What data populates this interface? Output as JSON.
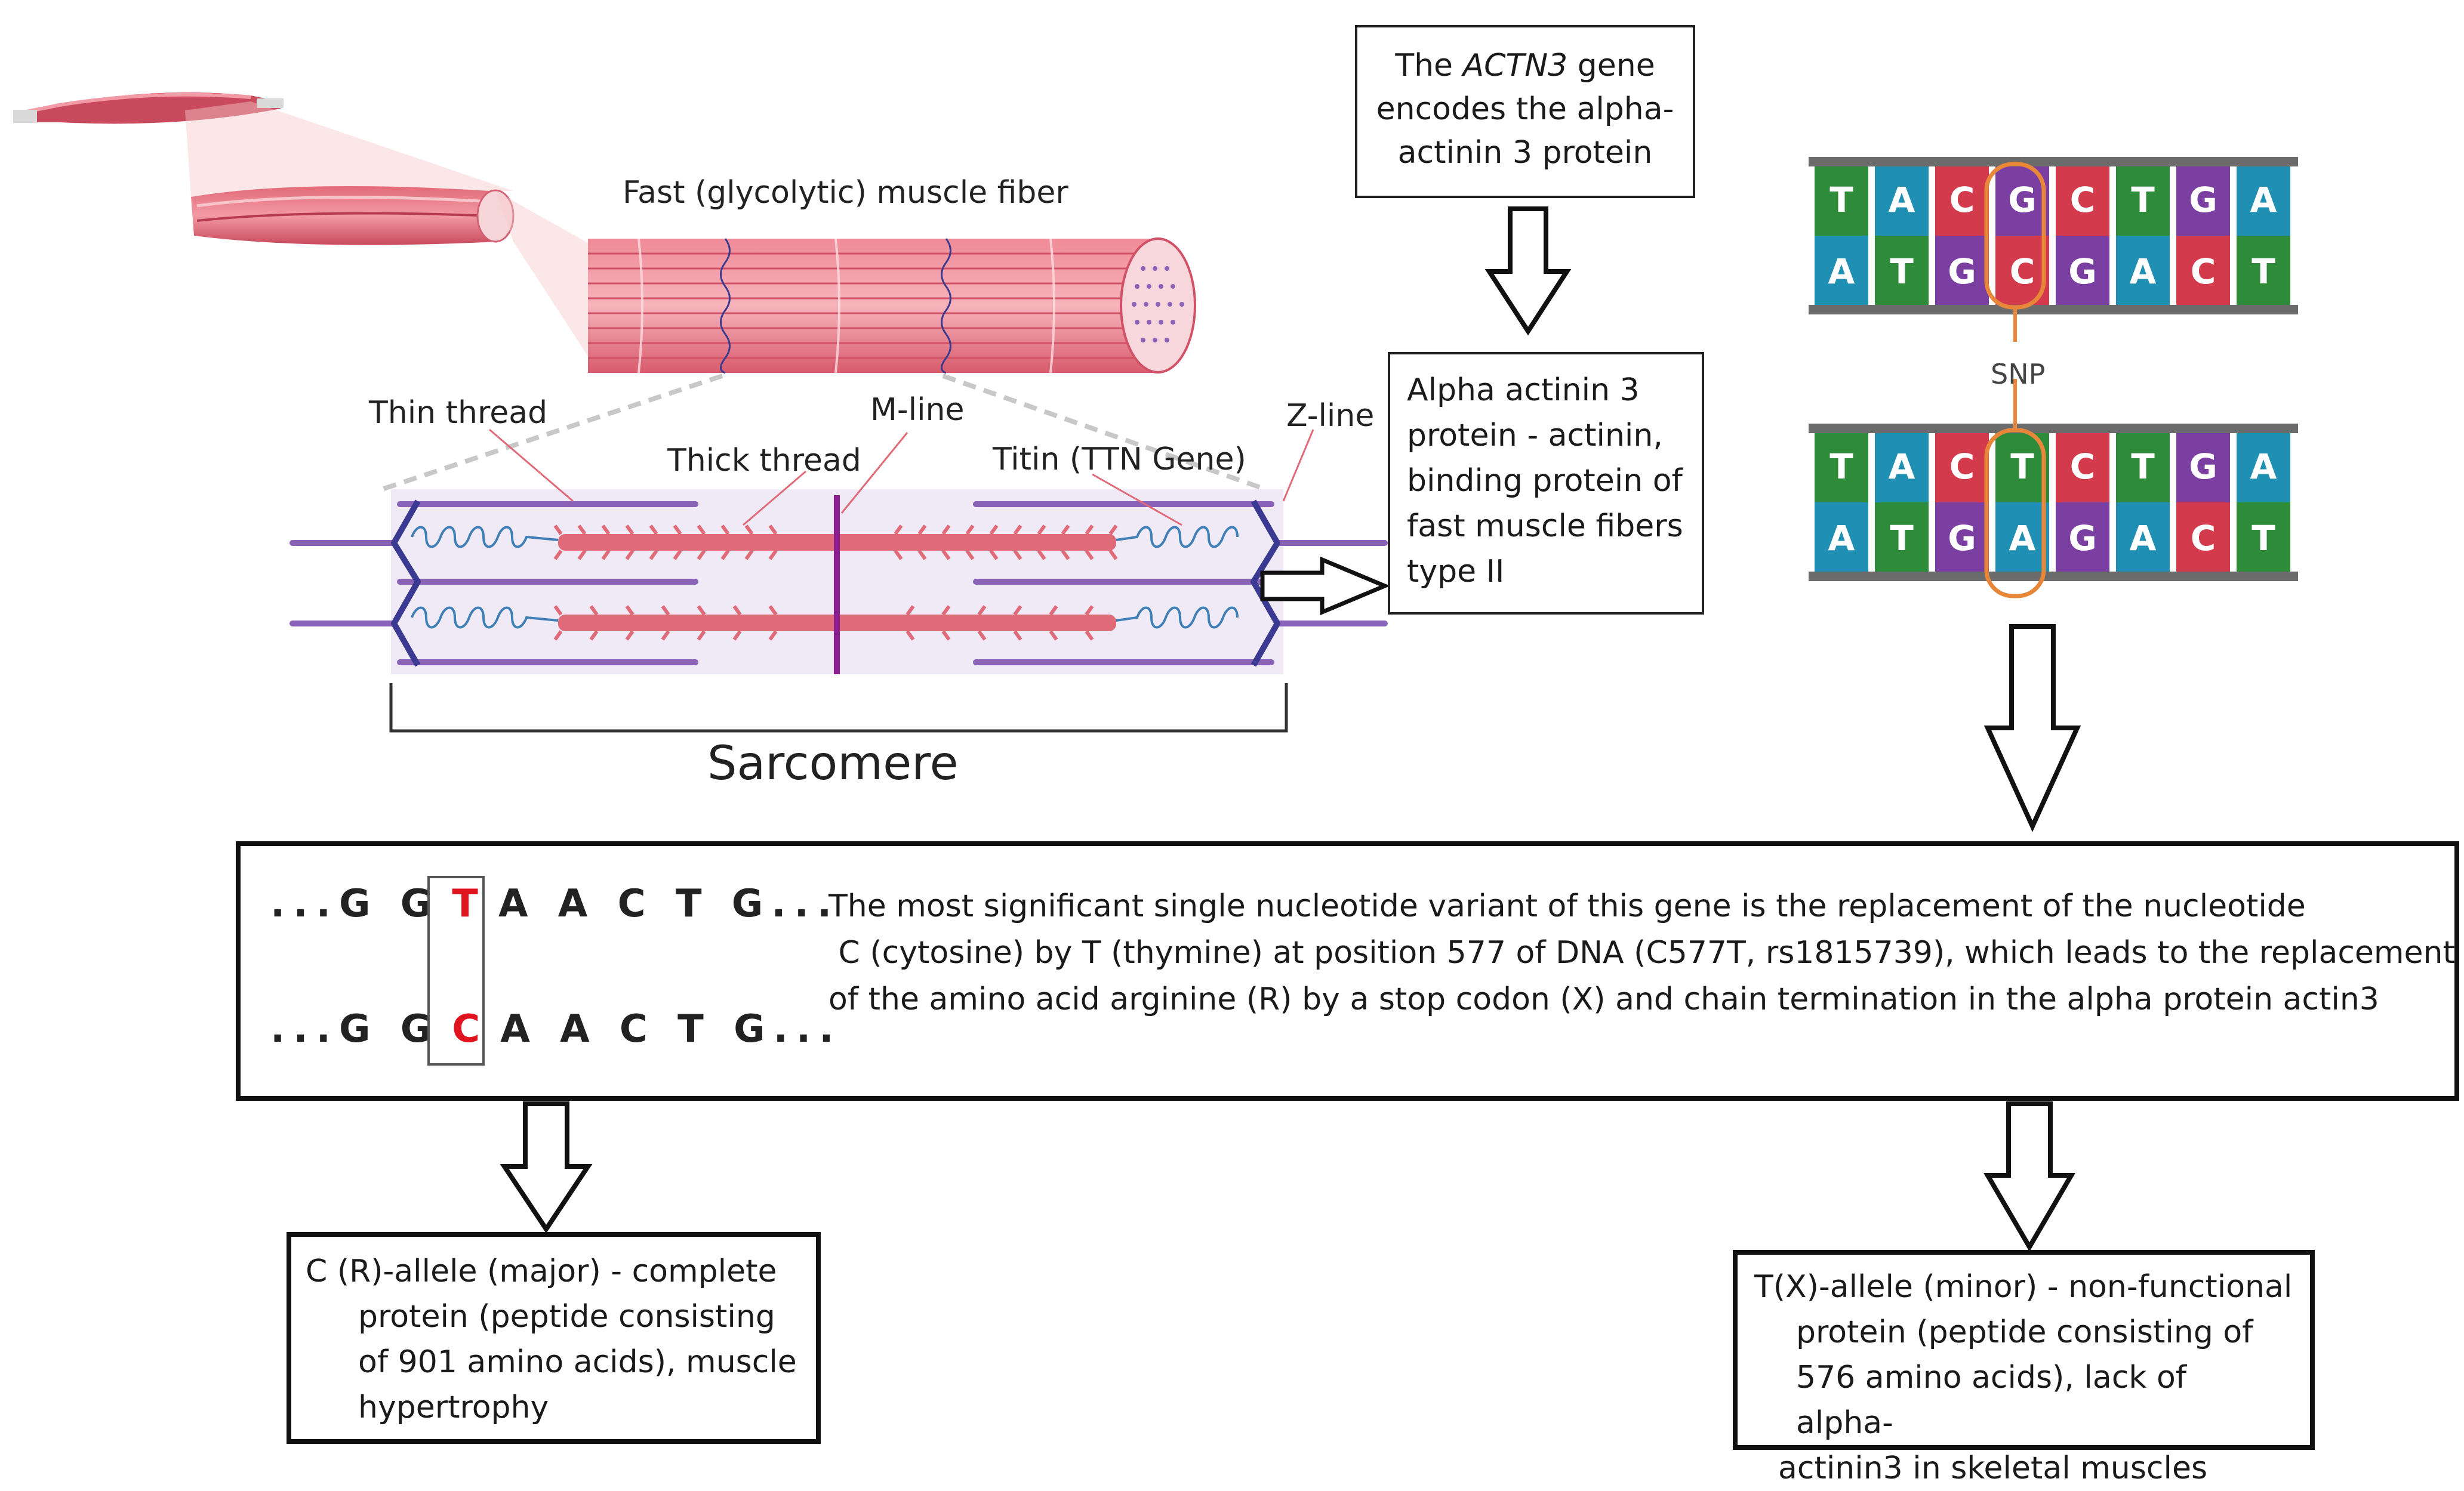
{
  "labels": {
    "fast_fiber": "Fast (glycolytic) muscle fiber",
    "thin_thread": "Thin thread",
    "m_line": "M-line",
    "thick_thread": "Thick thread",
    "titin": "Titin (TTN Gene)",
    "z_line": "Z-line",
    "sarcomere": "Sarcomere",
    "snp": "SNP"
  },
  "actn3_box": {
    "pre": "The ",
    "gene": "ACTN3",
    "post": " gene encodes the alpha-actinin 3 protein"
  },
  "protein_box": {
    "text": "Alpha actinin 3 protein - actinin, binding protein of fast muscle fibers type II"
  },
  "dna": {
    "top_strand": [
      "T",
      "A",
      "C",
      "G",
      "C",
      "T",
      "G",
      "A"
    ],
    "bottom_strand_1": [
      "A",
      "T",
      "G",
      "C",
      "G",
      "A",
      "C",
      "T"
    ],
    "top_strand_2": [
      "T",
      "A",
      "C",
      "T",
      "C",
      "T",
      "G",
      "A"
    ],
    "bottom_strand_2": [
      "A",
      "T",
      "G",
      "A",
      "G",
      "A",
      "C",
      "T"
    ],
    "colors": {
      "T": "#2e8b3a",
      "A": "#1f8fb3",
      "C": "#d33a4c",
      "G": "#7a3fa0"
    }
  },
  "sequence": {
    "top_prefix": "...G G",
    "top_variant": "T",
    "top_suffix": "A A C T G...",
    "bottom_prefix": "...G G",
    "bottom_variant": "C",
    "bottom_suffix": "A A C T G..."
  },
  "variant_box": {
    "line1": "The most significant single nucleotide variant of this gene is the replacement of the nucleotide",
    "line2": " C (cytosine) by T (thymine) at position 577 of DNA (C577T, rs1815739), which leads to the replacement",
    "line3": "of the amino acid arginine (R) by a stop codon (X) and chain termination in the alpha protein actin3"
  },
  "allele_c": {
    "line1": "C (R)-allele (major) - complete",
    "line2": "protein (peptide consisting",
    "line3": "of 901 amino acids), muscle",
    "line4": "hypertrophy"
  },
  "allele_t": {
    "line1": "T(X)-allele (minor) - non-functional",
    "line2": "protein (peptide consisting of",
    "line3": "576 amino acids), lack of alpha-",
    "line4": "actinin3 in skeletal muscles"
  },
  "colors": {
    "muscle": "#e7707e",
    "muscle_light": "#f3b6bd",
    "myosin": "#e06a78",
    "actin": "#8a63b8",
    "zline": "#3b3a93",
    "titin": "#3f7fb5",
    "snp_ring": "#e8873a"
  }
}
